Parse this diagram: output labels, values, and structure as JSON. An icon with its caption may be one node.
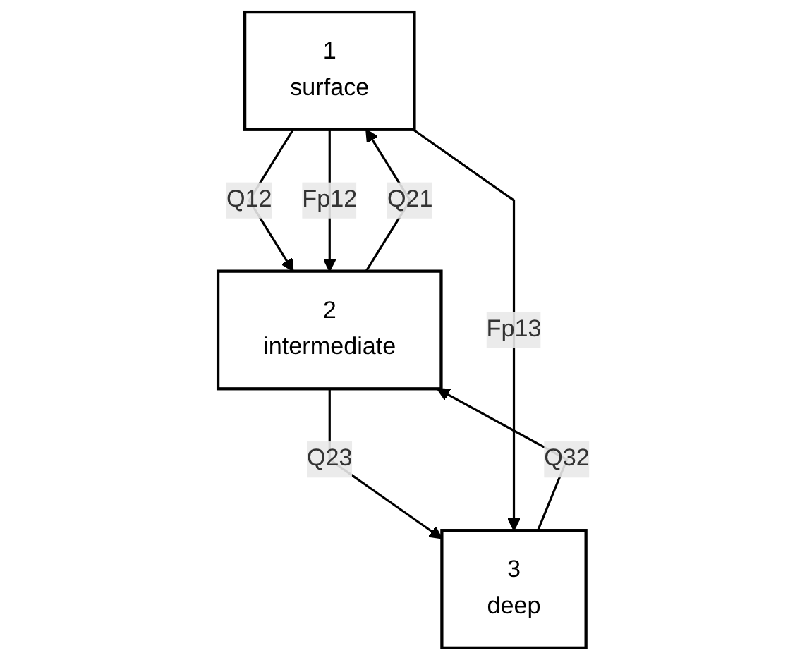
{
  "diagram": {
    "nodes": [
      {
        "text": [
          "1",
          "surface"
        ]
      },
      {
        "text": [
          "2",
          "intermediate"
        ]
      },
      {
        "text": [
          "3",
          "deep"
        ]
      }
    ],
    "edges": [
      {
        "from": 1,
        "to": 0,
        "arrow": "to",
        "label": "Q21"
      },
      {
        "from": 0,
        "to": 1,
        "arrow": "to",
        "label": "Q12"
      },
      {
        "from": 0,
        "to": 1,
        "arrow": "to",
        "label": "Fp12"
      },
      {
        "from": 2,
        "to": 1,
        "arrow": "to",
        "label": "Q32"
      },
      {
        "from": 1,
        "to": 2,
        "arrow": "to",
        "label": "Q23"
      },
      {
        "from": 0,
        "to": 2,
        "arrow": "to",
        "label": "Fp13"
      }
    ]
  }
}
